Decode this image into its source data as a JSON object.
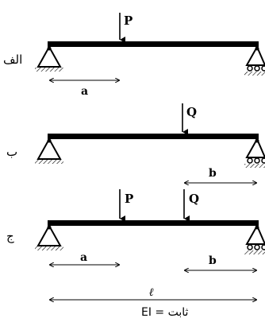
{
  "figure": {
    "beams": [
      {
        "id": "alef",
        "label": "الف",
        "loads": [
          {
            "name": "P"
          }
        ],
        "dims": [
          {
            "text": "a"
          }
        ]
      },
      {
        "id": "be",
        "label": "ب",
        "loads": [
          {
            "name": "Q"
          }
        ],
        "dims": [
          {
            "text": "b"
          }
        ]
      },
      {
        "id": "jim",
        "label": "ج",
        "loads": [
          {
            "name": "P"
          },
          {
            "name": "Q"
          }
        ],
        "dims": [
          {
            "text": "a"
          },
          {
            "text": "b"
          }
        ]
      }
    ],
    "span_label": "ℓ",
    "stiffness_note": "EI = ثابت"
  }
}
